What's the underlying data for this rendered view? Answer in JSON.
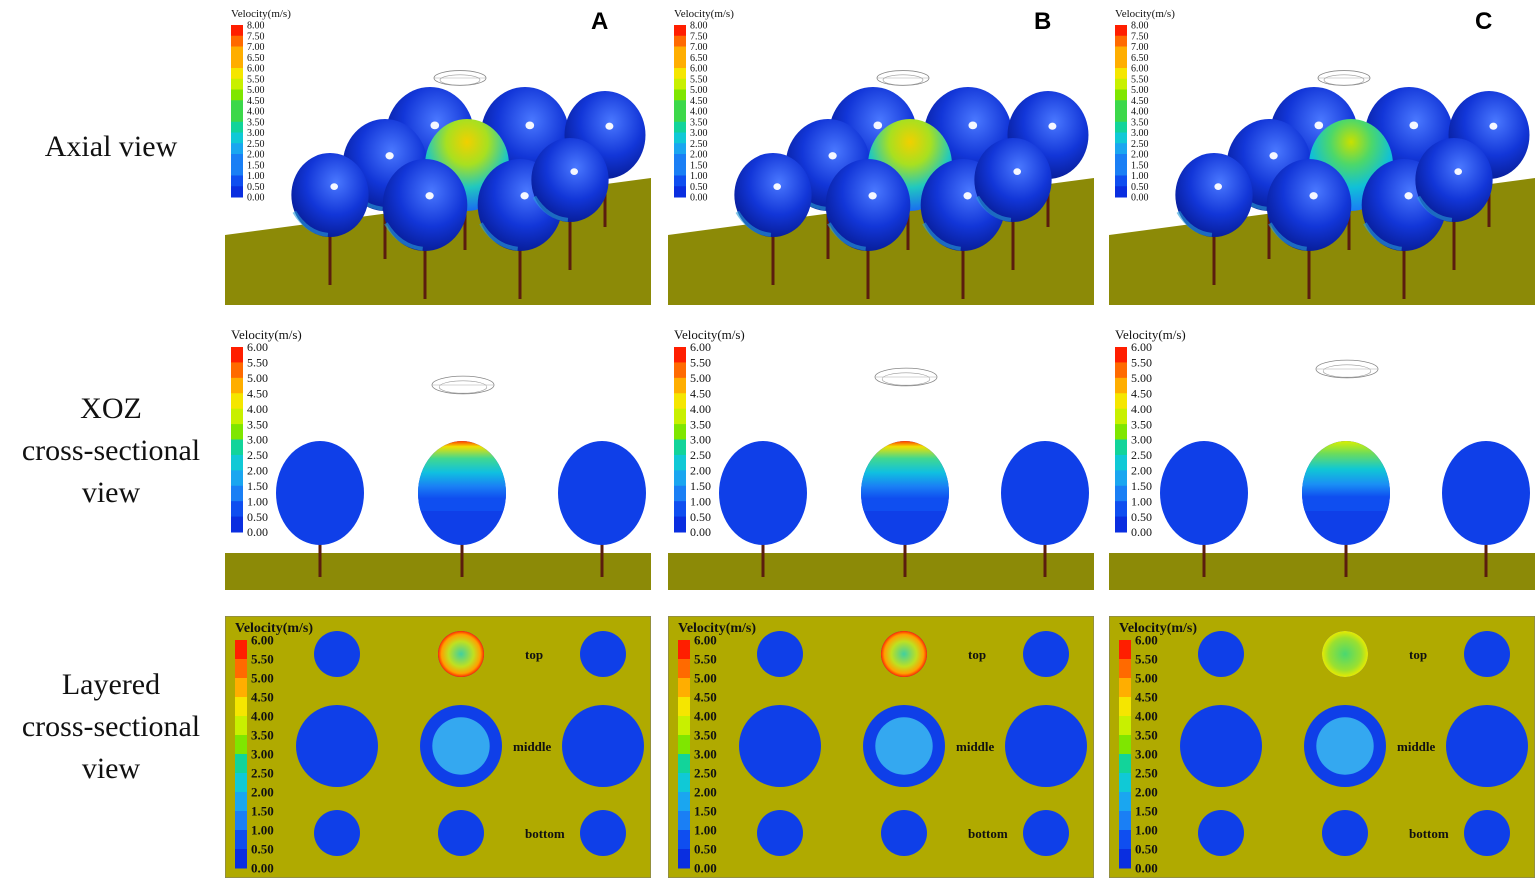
{
  "figure": {
    "panel_letters": [
      "A",
      "B",
      "C"
    ],
    "row_labels": [
      [
        "Axial view"
      ],
      [
        "XOZ",
        "cross-sectional",
        "view"
      ],
      [
        "Layered",
        "cross-sectional",
        "view"
      ]
    ],
    "velocity_label": "Velocity(m/s)",
    "axial_scale_ticks": [
      "8.00",
      "7.50",
      "7.00",
      "6.50",
      "6.00",
      "5.50",
      "5.00",
      "4.50",
      "4.00",
      "3.50",
      "3.00",
      "2.50",
      "2.00",
      "1.50",
      "1.00",
      "0.50",
      "0.00"
    ],
    "cross_scale_ticks": [
      "6.00",
      "5.50",
      "5.00",
      "4.50",
      "4.00",
      "3.50",
      "3.00",
      "2.50",
      "2.00",
      "1.50",
      "1.00",
      "0.50",
      "0.00"
    ],
    "layer_labels": [
      "top",
      "middle",
      "bottom"
    ],
    "colors": {
      "ground": "#8c8a07",
      "layer_bg": "#b0aa00",
      "tree_blue": "#0f3fe8",
      "trunk": "#5a1d0e",
      "scale": [
        "#ff1e00",
        "#ff6a00",
        "#ffae00",
        "#f5e600",
        "#c8f000",
        "#7fe600",
        "#3cd84a",
        "#12d49a",
        "#10c9d6",
        "#1aa6f0",
        "#1a7ff5",
        "#0f4ef0",
        "#0a2ee0"
      ]
    }
  }
}
